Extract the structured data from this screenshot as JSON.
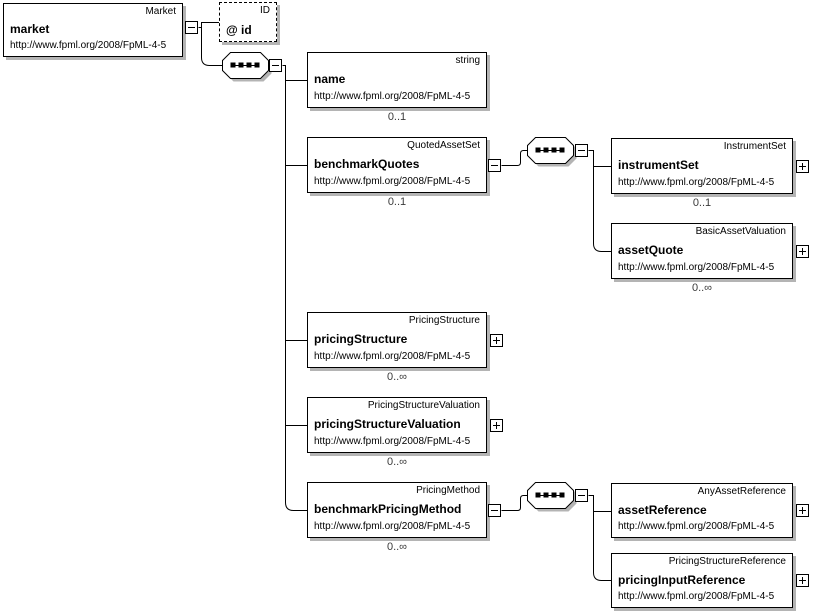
{
  "colors": {
    "border": "#000000",
    "shadow": "#b4b4b4",
    "background": "#ffffff",
    "text": "#000000",
    "cardinality_text": "#3a3a3a"
  },
  "icons": {
    "collapse": "−",
    "expand": "+",
    "sequence_compositor": "▪▪▪▪"
  },
  "nodes": {
    "market": {
      "type_label": "Market",
      "name": "market",
      "namespace": "http://www.fpml.org/2008/FpML-4-5"
    },
    "id": {
      "type_label": "ID",
      "name": "@ id"
    },
    "name": {
      "type_label": "string",
      "name": "name",
      "namespace": "http://www.fpml.org/2008/FpML-4-5",
      "cardinality": "0..1"
    },
    "benchmarkQuotes": {
      "type_label": "QuotedAssetSet",
      "name": "benchmarkQuotes",
      "namespace": "http://www.fpml.org/2008/FpML-4-5",
      "cardinality": "0..1"
    },
    "instrumentSet": {
      "type_label": "InstrumentSet",
      "name": "instrumentSet",
      "namespace": "http://www.fpml.org/2008/FpML-4-5",
      "cardinality": "0..1"
    },
    "assetQuote": {
      "type_label": "BasicAssetValuation",
      "name": "assetQuote",
      "namespace": "http://www.fpml.org/2008/FpML-4-5",
      "cardinality": "0..∞"
    },
    "pricingStructure": {
      "type_label": "PricingStructure",
      "name": "pricingStructure",
      "namespace": "http://www.fpml.org/2008/FpML-4-5",
      "cardinality": "0..∞"
    },
    "pricingStructureValuation": {
      "type_label": "PricingStructureValuation",
      "name": "pricingStructureValuation",
      "namespace": "http://www.fpml.org/2008/FpML-4-5",
      "cardinality": "0..∞"
    },
    "benchmarkPricingMethod": {
      "type_label": "PricingMethod",
      "name": "benchmarkPricingMethod",
      "namespace": "http://www.fpml.org/2008/FpML-4-5",
      "cardinality": "0..∞"
    },
    "assetReference": {
      "type_label": "AnyAssetReference",
      "name": "assetReference",
      "namespace": "http://www.fpml.org/2008/FpML-4-5"
    },
    "pricingInputReference": {
      "type_label": "PricingStructureReference",
      "name": "pricingInputReference",
      "namespace": "http://www.fpml.org/2008/FpML-4-5"
    }
  }
}
